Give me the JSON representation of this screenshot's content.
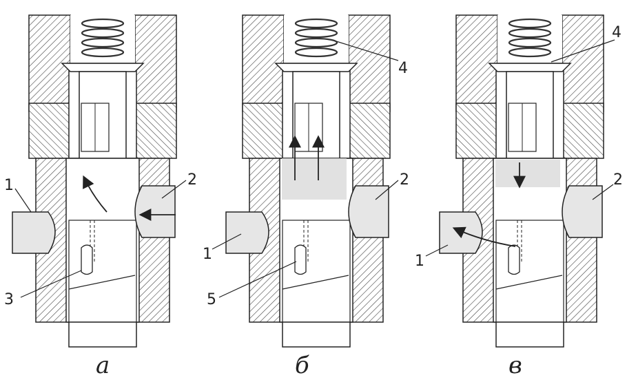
{
  "diagrams": [
    {
      "caption": "а",
      "callouts": [
        {
          "id": "a-1",
          "text": "1"
        },
        {
          "id": "a-2",
          "text": "2"
        },
        {
          "id": "a-3",
          "text": "3"
        }
      ]
    },
    {
      "caption": "б",
      "callouts": [
        {
          "id": "b-4",
          "text": "4"
        },
        {
          "id": "b-2",
          "text": "2"
        },
        {
          "id": "b-1",
          "text": "1"
        },
        {
          "id": "b-5",
          "text": "5"
        }
      ]
    },
    {
      "caption": "в",
      "callouts": [
        {
          "id": "v-4",
          "text": "4"
        },
        {
          "id": "v-2",
          "text": "2"
        },
        {
          "id": "v-1",
          "text": "1"
        }
      ]
    }
  ],
  "colors": {
    "ink": "#222222",
    "hatch": "#444444",
    "fuel_fill": "#dcdcdc",
    "port_fill": "#e6e6e6",
    "background": "#ffffff"
  }
}
